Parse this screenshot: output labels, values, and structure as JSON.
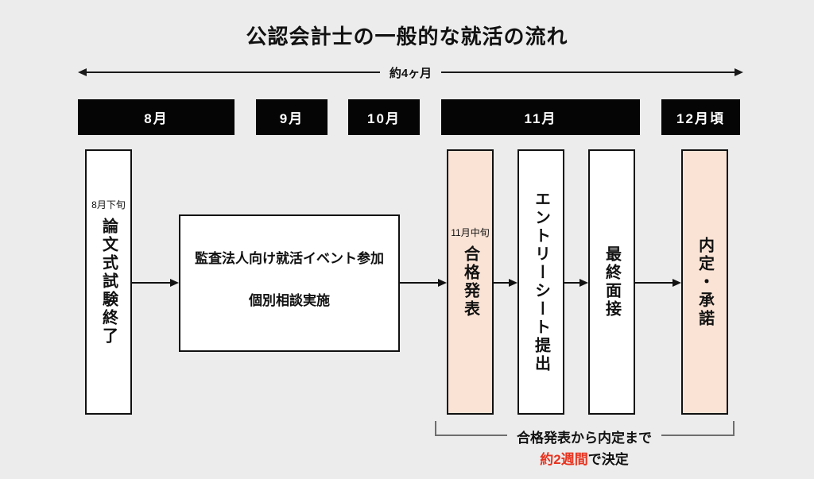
{
  "title": "公認会計士の一般的な就活の流れ",
  "timeline": {
    "duration_label": "約4ヶ月"
  },
  "months": [
    {
      "label": "8月"
    },
    {
      "label": "9月"
    },
    {
      "label": "10月"
    },
    {
      "label": "11月"
    },
    {
      "label": "12月頃"
    }
  ],
  "steps": [
    {
      "date": "8月下旬",
      "label": "論文式試験終了",
      "highlighted": false
    },
    {
      "label": "監査法人向け就活イベント参加",
      "label2": "個別相談実施",
      "highlighted": false
    },
    {
      "date": "11月中旬",
      "label": "合格発表",
      "highlighted": true
    },
    {
      "label": "エントリーシート提出",
      "highlighted": false
    },
    {
      "label": "最終面接",
      "highlighted": false
    },
    {
      "label": "内定・承諾",
      "highlighted": true
    }
  ],
  "annotation": {
    "line1": "合格発表から内定まで",
    "line2_highlight": "約2週間",
    "line2_rest": "で決定"
  },
  "colors": {
    "background": "#ececec",
    "box_black": "#050505",
    "highlight_peach": "#fae3d5",
    "accent_red": "#e8321e",
    "bracket_gray": "#6e6e6e"
  }
}
